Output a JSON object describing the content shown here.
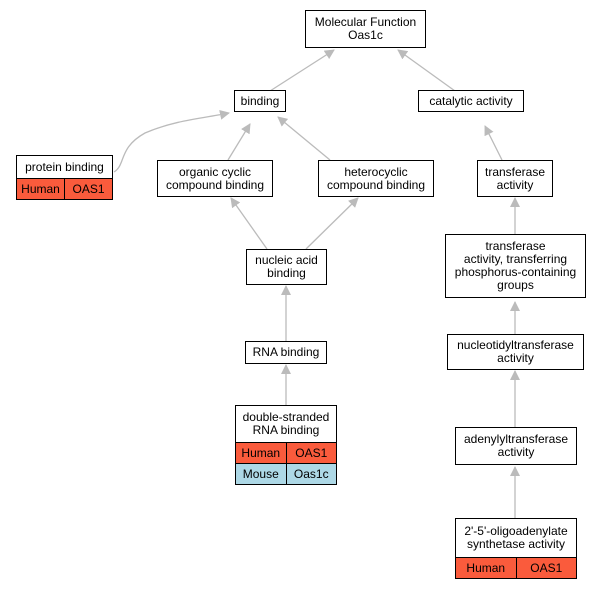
{
  "colors": {
    "human": "#fa5b3c",
    "mouse": "#add8e6",
    "edge": "#bbbbbb",
    "border": "#000000"
  },
  "nodes": {
    "root": {
      "label": "Molecular Function\nOas1c"
    },
    "binding": {
      "label": "binding"
    },
    "catalytic": {
      "label": "catalytic activity"
    },
    "protein_binding": {
      "label": "protein binding",
      "annotations": [
        {
          "species": "Human",
          "gene": "OAS1"
        }
      ]
    },
    "organic_cyclic": {
      "label": "organic cyclic\ncompound binding"
    },
    "heterocyclic": {
      "label": "heterocyclic\ncompound binding"
    },
    "transferase": {
      "label": "transferase\nactivity"
    },
    "transferase_phos": {
      "label": "transferase\nactivity, transferring\nphosphorus-containing\ngroups"
    },
    "nucleic_acid": {
      "label": "nucleic acid\nbinding"
    },
    "nucleotidyl": {
      "label": "nucleotidyltransferase\nactivity"
    },
    "rna_binding": {
      "label": "RNA binding"
    },
    "ds_rna": {
      "label": "double-stranded\nRNA binding",
      "annotations": [
        {
          "species": "Human",
          "gene": "OAS1"
        },
        {
          "species": "Mouse",
          "gene": "Oas1c"
        }
      ]
    },
    "adenylyl": {
      "label": "adenylyltransferase\nactivity"
    },
    "oligoadenylate": {
      "label": "2'-5'-oligoadenylate\nsynthetase activity",
      "annotations": [
        {
          "species": "Human",
          "gene": "OAS1"
        }
      ]
    }
  }
}
